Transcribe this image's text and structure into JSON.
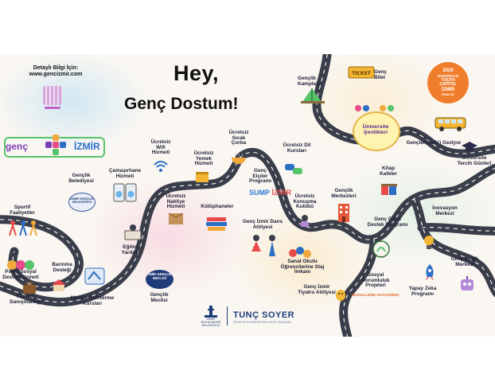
{
  "header": {
    "info_line1": "Detaylı Bilgi İçin:",
    "info_line2": "www.gencizmir.com",
    "title_line1": "Hey,",
    "title_line2": "Genç Dostum!"
  },
  "brand": {
    "logo_left": "genç",
    "logo_right": "İZMİR",
    "badge_year": "2026",
    "badge_line1": "EUROPEAN",
    "badge_line2": "YOUTH",
    "badge_line3": "CAPITAL",
    "badge_line4": "İZMİR",
    "badge_line5": "FINALIST",
    "municipality": "İZMİR BÜYÜKŞEHİR BELEDİYESİ",
    "mayor_name": "TUNÇ SOYER",
    "mayor_subtitle": "İZMİR BÜYÜKŞEHİR BELEDİYE BAŞKANI",
    "sump_logo": "SUMP",
    "sump_sub": "İZMİR",
    "festival_badge": "Üniversite Şenlikleri",
    "meclis_badge": "İZMİR GENÇLİK MECLİSİ",
    "belediye_badge": "İZMİR GENÇLİK BELEDİYESİ",
    "mahalle_badge": "MAHALLEDE DAYANIŞMA",
    "ticket_text": "TICKET"
  },
  "services": {
    "genclik_kamplari": "Gençlik Kampları",
    "genc_bilet": "Genç Bilet",
    "universite_senlikleri": "Üniversite Şenlikleri",
    "gencler_izmiri_geziyor": "Gençler İzmir'i Geziyor",
    "universite_tercih": "Üniversite Tercih Günleri",
    "kitap_kafeler": "Kitap Kafeler",
    "inovasyon": "İnovasyon Merkezi",
    "girisimcilik": "Girişimcilik Merkezi",
    "yapay_zeka": "Yapay Zeka Programı",
    "genc_ciftci": "Genç Çiftçi Destek Programı",
    "sosyal_sorumluluk": "Sosyal Sorumluluk Projeleri",
    "genclik_merkezleri": "Gençlik Merkezleri",
    "konusma_kulubu": "Ücretsiz Konuşma Kulübü",
    "dil_kurslari": "Ücretsiz Dil Kursları",
    "sicak_corba": "Ücretsiz Sıcak Çorba",
    "genc_elciler": "Genç Elçiler Programı",
    "dans_atolyesi": "Genç İzmir Dans Atölyesi",
    "kutuphaneler": "Kütüphaneler",
    "sanat_okulu": "Sanat Okulu Öğrencilerine Staj İmkanı",
    "tiyatro": "Genç İzmir Tiyatro Atölyesi",
    "wifi": "Ücretsiz Wifi Hizmeti",
    "yemek": "Ücretsiz Yemek Hizmeti",
    "nakliye": "Ücretsiz Nakliye Hizmeti",
    "camasirhane": "Çamaşırhane Hizmeti",
    "genclik_belediyesi": "Gençlik Belediyesi",
    "egitim_yardimi": "Eğitim Yardımı",
    "genclik_meclisi": "Gençlik Meclisi",
    "sportif": "Sportif Faaliyetler",
    "psiko_sosyal": "Psiko-Sosyal Destek Hizmeti",
    "barinma": "Barınma Desteği",
    "meslek_edindirme": "Meslek Edindirme Kursları",
    "kariyer": "Kariyer Danışmanlığı"
  },
  "colors": {
    "road": "#3a3d4a",
    "road_line": "#ffffff",
    "title": "#111111",
    "label": "#22223a",
    "accent_orange": "#f07d2b",
    "accent_purple": "#7b3fb5",
    "accent_blue": "#2c6fc4",
    "accent_green": "#58c36a"
  }
}
